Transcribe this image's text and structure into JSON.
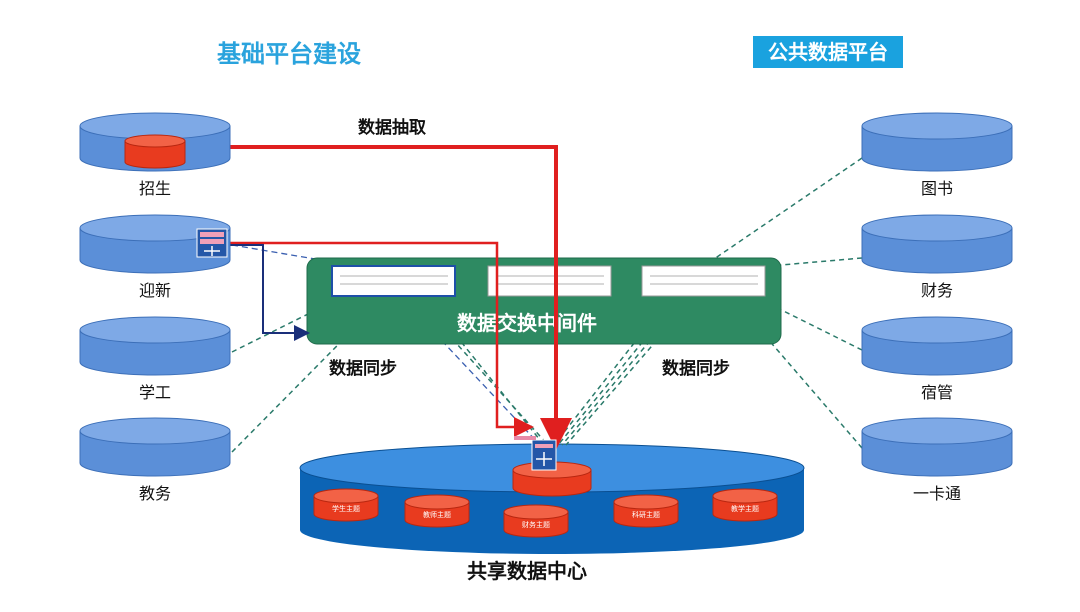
{
  "headings": {
    "left": "基础平台建设",
    "right": "公共数据平台"
  },
  "labels": {
    "extract": "数据抽取",
    "sync_left": "数据同步",
    "sync_right": "数据同步",
    "middleware": "数据交换中间件",
    "center": "共享数据中心"
  },
  "source_systems": [
    "招生",
    "迎新",
    "学工",
    "教务"
  ],
  "public_systems": [
    "图书",
    "财务",
    "宿管",
    "一卡通"
  ],
  "topics": [
    "学生主题",
    "教师主题",
    "财务主题",
    "科研主题",
    "教学主题"
  ],
  "colors": {
    "cylinder_blue": "#5b8fd8",
    "red": "#e83b1f",
    "green_panel": "#2e8a62",
    "dark_blue": "#0c64b5",
    "accent": "#1aa2df"
  }
}
